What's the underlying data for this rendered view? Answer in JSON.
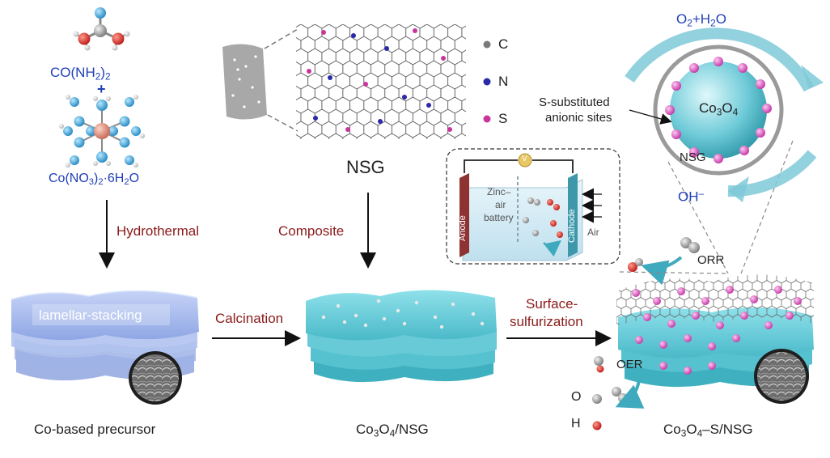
{
  "reagents": {
    "urea": [
      "CO(NH",
      "2",
      ")",
      "2"
    ],
    "plus": "+",
    "cobalt_nitrate": [
      "Co(NO",
      "3",
      ")",
      "2",
      "·6H",
      "2",
      "O"
    ]
  },
  "graphene": {
    "legend": [
      {
        "element": "C",
        "color": "#7a7a7a"
      },
      {
        "element": "N",
        "color": "#2a2aa8"
      },
      {
        "element": "S",
        "color": "#c8359b"
      }
    ],
    "label": "NSG"
  },
  "steps": {
    "hydrothermal": "Hydrothermal",
    "composite": "Composite",
    "calcination": "Calcination",
    "surface_sulfurization_line1": "Surface-",
    "surface_sulfurization_line2": "sulfurization"
  },
  "materials": {
    "precursor_overlay": "lamellar-stacking",
    "precursor": "Co-based precursor",
    "composite": [
      "Co",
      "3",
      "O",
      "4",
      "/NSG"
    ],
    "final": [
      "Co",
      "3",
      "O",
      "4",
      "–S/NSG"
    ]
  },
  "battery": {
    "anode": "Anode",
    "cathode": "Cathode",
    "name_line1": "Zinc–",
    "name_line2": "air",
    "name_line3": "battery",
    "air": "Air",
    "voltmeter": "V"
  },
  "catalyst": {
    "top_product": [
      "O",
      "2",
      "+H",
      "2",
      "O"
    ],
    "bottom_product": [
      "OH",
      "–"
    ],
    "core": [
      "Co",
      "3",
      "O",
      "4"
    ],
    "shell": "NSG",
    "site_line1": "S-substituted",
    "site_line2": "anionic sites"
  },
  "reactions": {
    "orr": "ORR",
    "oer": "OER"
  },
  "atom_legend": [
    {
      "element": "O",
      "color": "#9a9a9a"
    },
    {
      "element": "H",
      "color": "#d8322f"
    }
  ],
  "colors": {
    "chem_blue": "#1f3fb8",
    "step_red": "#8b1a1a",
    "layer_blue": "#a9bdf0",
    "layer_cyan": "#6fd0de",
    "s_pink": "#d05cc0"
  }
}
